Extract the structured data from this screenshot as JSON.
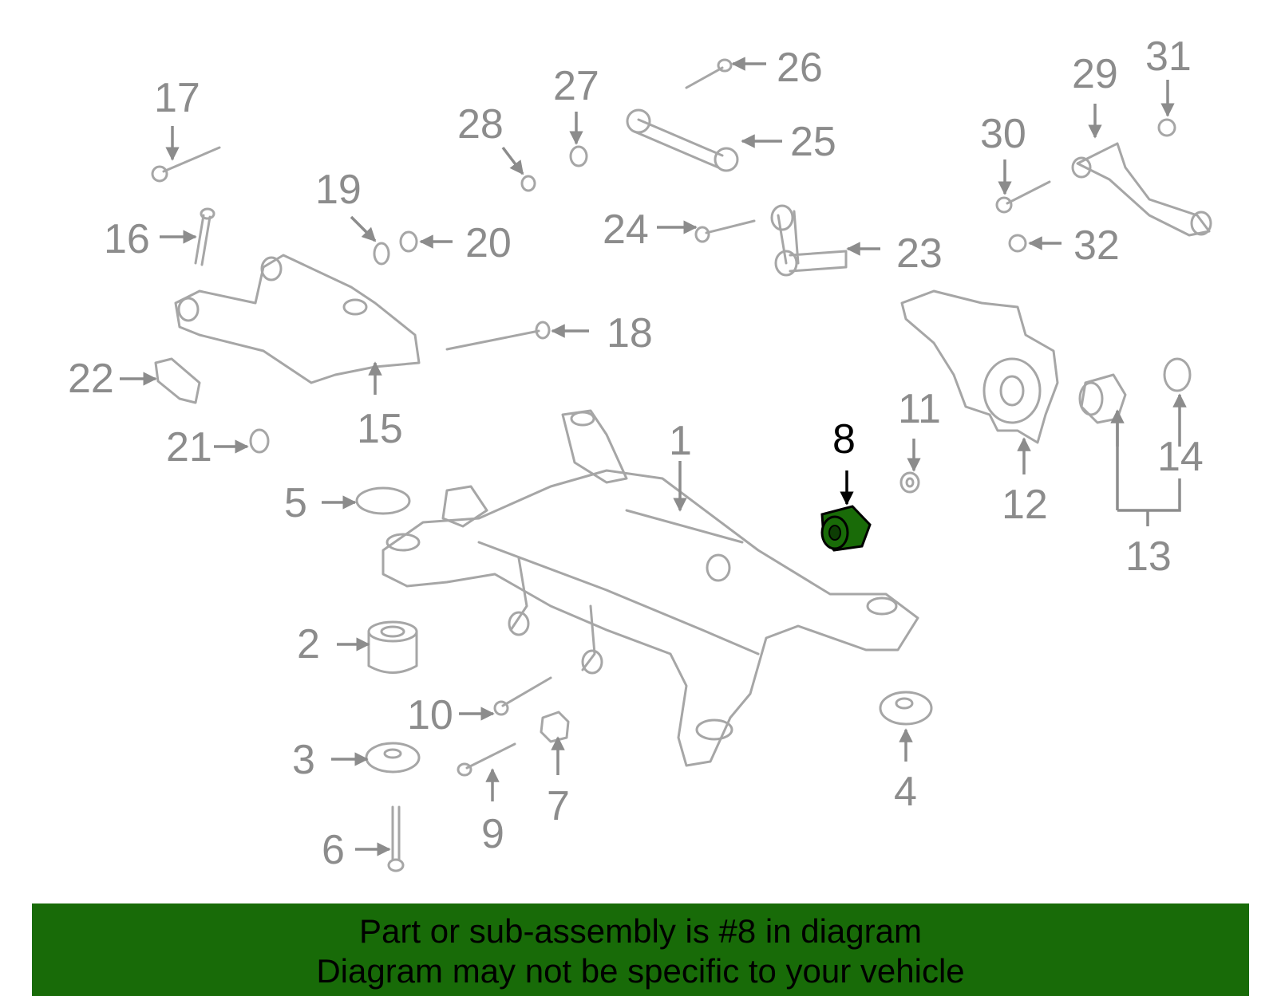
{
  "diagram": {
    "highlighted_part": "8",
    "highlight_color": "#196B08",
    "part_numbers": [
      "1",
      "2",
      "3",
      "4",
      "5",
      "6",
      "7",
      "8",
      "9",
      "10",
      "11",
      "12",
      "13",
      "14",
      "15",
      "16",
      "17",
      "18",
      "19",
      "20",
      "21",
      "22",
      "23",
      "24",
      "25",
      "26",
      "27",
      "28",
      "29",
      "30",
      "31",
      "32"
    ]
  },
  "banner": {
    "line1": "Part or sub-assembly is #8 in diagram",
    "line2": "Diagram may not be specific to your vehicle",
    "background_color": "#186B08"
  }
}
